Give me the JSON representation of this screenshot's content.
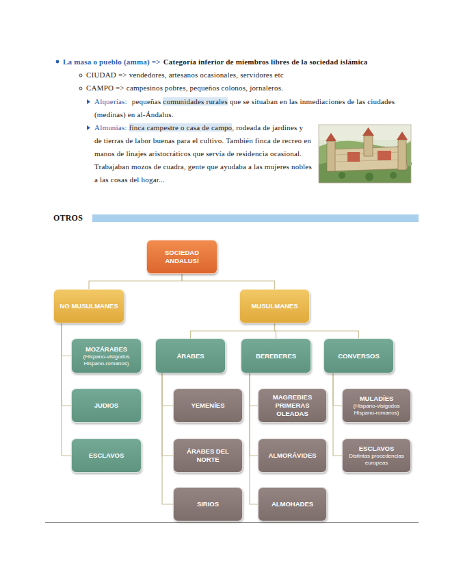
{
  "diagram": {
    "nodes": [
      {
        "text": [
          "SOCIEDAD ANDALUSÍ"
        ]
      },
      {
        "text": [
          "NO MUSULMANES"
        ]
      },
      {
        "text": [
          "MUSULMANES"
        ]
      },
      {
        "text": [
          "MOZÁRABES",
          "(Hispano-visigodos Hispano-romanos)"
        ]
      },
      {
        "text": [
          "JUDIOS"
        ]
      },
      {
        "text": [
          "ESCLAVOS"
        ]
      },
      {
        "text": [
          "ÁRABES"
        ]
      },
      {
        "text": [
          "BEREBERES"
        ]
      },
      {
        "text": [
          "CONVERSOS"
        ]
      },
      {
        "text": [
          "YEMENÍES"
        ]
      },
      {
        "text": [
          "ÁRABES DEL NORTE"
        ]
      },
      {
        "text": [
          "SIRIOS"
        ]
      },
      {
        "text": [
          "MAGREBIES PRIMERAS OLEADAS"
        ]
      },
      {
        "text": [
          "ALMORÁVIDES"
        ]
      },
      {
        "text": [
          "ALMOHADES"
        ]
      },
      {
        "text": [
          "MULADÍES",
          "(Hispano-visigodos Hispano-romanos)"
        ]
      },
      {
        "text": [
          "ESCLAVOS",
          "Distintas procedencias europeas"
        ]
      }
    ],
    "edges": [
      {
        "from": 0,
        "to": 1,
        "arrow": "none"
      },
      {
        "from": 0,
        "to": 2,
        "arrow": "none"
      },
      {
        "from": 1,
        "to": 3,
        "arrow": "none"
      },
      {
        "from": 1,
        "to": 4,
        "arrow": "none"
      },
      {
        "from": 1,
        "to": 5,
        "arrow": "none"
      },
      {
        "from": 2,
        "to": 6,
        "arrow": "none"
      },
      {
        "from": 2,
        "to": 7,
        "arrow": "none"
      },
      {
        "from": 2,
        "to": 8,
        "arrow": "none"
      },
      {
        "from": 6,
        "to": 9,
        "arrow": "none"
      },
      {
        "from": 6,
        "to": 10,
        "arrow": "none"
      },
      {
        "from": 6,
        "to": 11,
        "arrow": "none"
      },
      {
        "from": 7,
        "to": 12,
        "arrow": "none"
      },
      {
        "from": 7,
        "to": 13,
        "arrow": "none"
      },
      {
        "from": 7,
        "to": 14,
        "arrow": "none"
      },
      {
        "from": 8,
        "to": 15,
        "arrow": "none"
      },
      {
        "from": 8,
        "to": 16,
        "arrow": "none"
      }
    ],
    "labels": [
      "La masa o pueblo (amma) =>",
      "Categoría inferior de miembros libres de la sociedad islámica",
      "CIUDAD => vendedores, artesanos ocasionales, servidores etc",
      "CAMPO => campesinos pobres, pequeños colonos, jornaleros.",
      "Alquerías:",
      "pequeñas",
      "comunidades rurales",
      "que se situaban en las inmediaciones de las ciudades (medinas) en al-Ándalus.",
      "Almunias:",
      "finca campestre o casa de campo",
      ", rodeada de jardines y de tierras de labor buenas para el cultivo. También finca de recreo en manos de linajes aristocráticos que servía de residencia ocasional. Trabajaban mozos de cuadra, gente que ayudaba a las mujeres nobles a las cosas del hogar...",
      "OTROS"
    ]
  }
}
